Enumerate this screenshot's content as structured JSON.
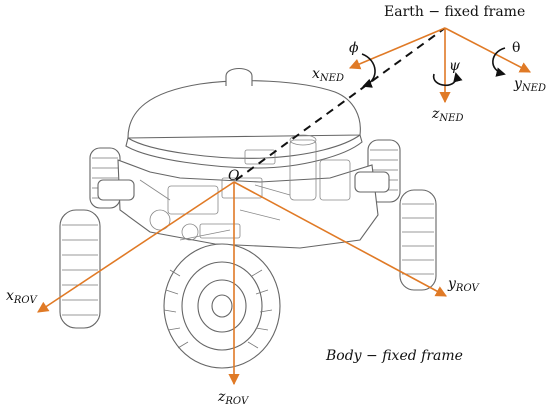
{
  "labels": {
    "earth_frame": "Earth − fixed frame",
    "body_frame": "Body − fixed frame",
    "origin": "O",
    "x_ned": {
      "base": "x",
      "sub": "NED"
    },
    "y_ned": {
      "base": "y",
      "sub": "NED"
    },
    "z_ned": {
      "base": "z",
      "sub": "NED"
    },
    "x_rov": {
      "base": "x",
      "sub": "ROV"
    },
    "y_rov": {
      "base": "y",
      "sub": "ROV"
    },
    "z_rov": {
      "base": "z",
      "sub": "ROV"
    },
    "phi": "ϕ",
    "psi": "ψ",
    "theta": "θ"
  },
  "colors": {
    "axis": "#e07a26",
    "dashed_link": "#111111",
    "robot_line": "#666666"
  }
}
